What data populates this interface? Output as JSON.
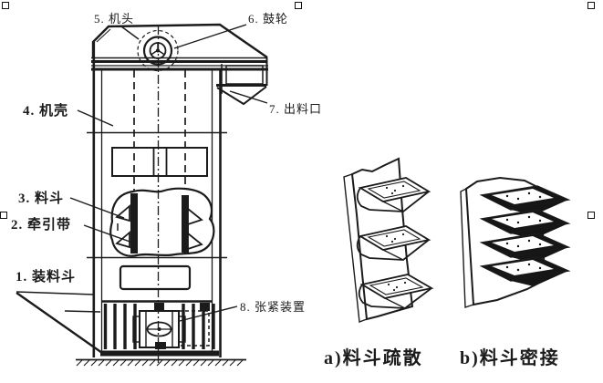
{
  "colors": {
    "background": "#ffffff",
    "ink": "#1b1b1b"
  },
  "diagram": {
    "part_labels": [
      {
        "id": "hopper",
        "text": "1. 装料斗"
      },
      {
        "id": "belt",
        "text": "2. 牵引带"
      },
      {
        "id": "bucket",
        "text": "3. 料斗"
      },
      {
        "id": "casing",
        "text": "4. 机壳"
      },
      {
        "id": "head",
        "text": "5. 机头"
      },
      {
        "id": "drum",
        "text": "6. 鼓轮"
      },
      {
        "id": "outlet",
        "text": "7. 出料口"
      },
      {
        "id": "tensioner",
        "text": "8. 张紧装置"
      }
    ],
    "captions": [
      {
        "id": "a",
        "text": "a)料斗疏散"
      },
      {
        "id": "b",
        "text": "b)料斗密接"
      }
    ]
  }
}
